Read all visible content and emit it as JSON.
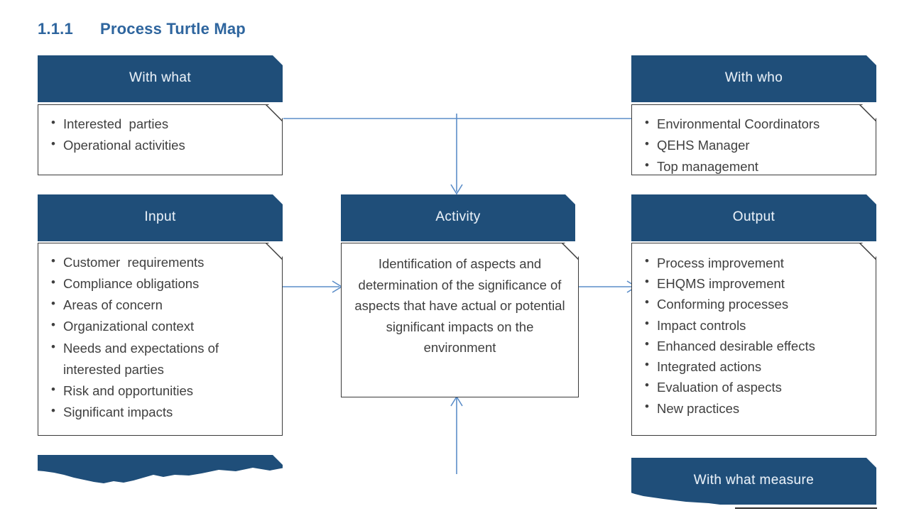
{
  "slide": {
    "title_number": "1.1.1",
    "title_text": "Process Turtle Map",
    "background": "#FFFFFF"
  },
  "colors": {
    "header_blue": "#1F4E79",
    "title_blue": "#2E659E",
    "connector_blue": "#5B8DC8",
    "body_border": "#3A3A3A",
    "body_text": "#3F3F3F",
    "header_text": "#E8F0F8"
  },
  "boxes": {
    "with_what": {
      "header": "With what",
      "items": [
        "Interested  parties",
        "Operational activities"
      ]
    },
    "with_who": {
      "header": "With who",
      "items": [
        "Environmental Coordinators",
        "QEHS Manager",
        "Top management"
      ]
    },
    "input": {
      "header": "Input",
      "items": [
        "Customer  requirements",
        "Compliance obligations",
        "Areas of concern",
        "Organizational context",
        "Needs and expectations of interested parties",
        "Risk and opportunities",
        "Significant impacts"
      ]
    },
    "activity": {
      "header": "Activity",
      "text": "Identification of aspects and determination of the significance of aspects that have actual or potential significant impacts on the environment"
    },
    "output": {
      "header": "Output",
      "items": [
        "Process improvement",
        "EHQMS improvement",
        "Conforming processes",
        "Impact controls",
        "Enhanced desirable effects",
        "Integrated actions",
        "Evaluation of aspects",
        "New practices"
      ]
    },
    "with_what_measure": {
      "header": "With what measure"
    },
    "bottom_left_partial": {
      "header": ""
    }
  },
  "connectors": [
    {
      "name": "with-what-to-with-who-link",
      "kind": "line-horizontal"
    },
    {
      "name": "top-to-activity-arrow",
      "kind": "arrow-down"
    },
    {
      "name": "input-to-activity-arrow",
      "kind": "arrow-right"
    },
    {
      "name": "activity-to-output-arrow",
      "kind": "arrow-right"
    },
    {
      "name": "measure-to-activity-arrow",
      "kind": "arrow-up"
    }
  ]
}
